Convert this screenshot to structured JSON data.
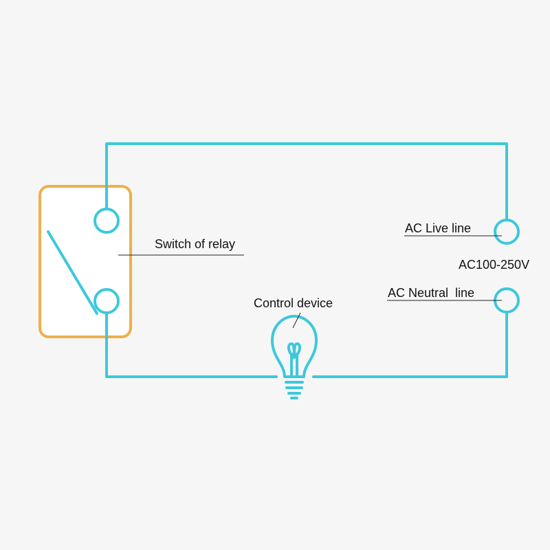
{
  "colors": {
    "wire": "#3cc8dc",
    "relay_box": "#eeb04a",
    "text": "#111111",
    "background": "#f6f6f6"
  },
  "labels": {
    "relay_switch": "Switch of relay",
    "live_line": "AC Live line",
    "voltage": "AC100-250V",
    "neutral_line": "AC Neutral  line",
    "control_device": "Control device"
  },
  "icons": {
    "load": "light-bulb-icon"
  }
}
